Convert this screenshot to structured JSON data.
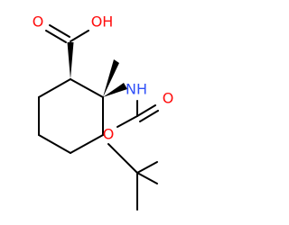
{
  "molecule": {
    "atom_labels": {
      "carboxyl_oxygen": "O",
      "hydroxyl": "OH",
      "amine": "NH",
      "carbonyl_oxygen": "O",
      "ester_oxygen": "O"
    }
  },
  "colors": {
    "bond": "#000000",
    "oxygen": "#ff0d0d",
    "nitrogen": "#3050f8"
  }
}
